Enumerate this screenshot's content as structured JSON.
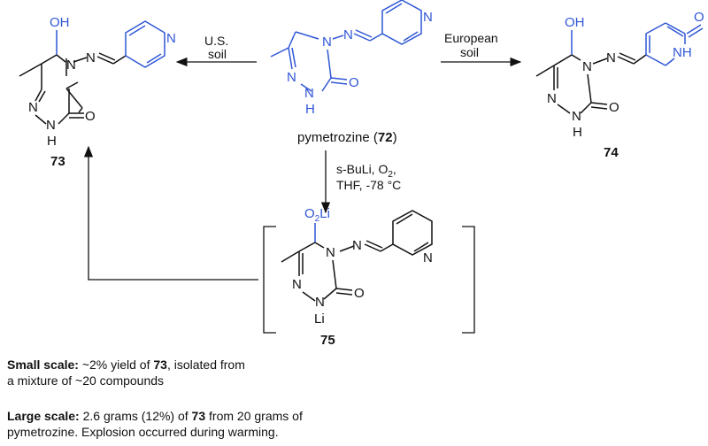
{
  "compounds": {
    "c73": {
      "label": "73",
      "atoms": {
        "oh": "OH",
        "n4": "N",
        "n3": "N",
        "n1": "N",
        "nh": "H",
        "o": "O",
        "npy": "N",
        "nimine": "N"
      }
    },
    "c72": {
      "name_prefix": "pymetrozine (",
      "label": "72",
      "name_suffix": ")",
      "atoms": {
        "n4": "N",
        "n3": "N",
        "n1": "N",
        "nh": "H",
        "o": "O",
        "npy": "N",
        "nimine": "N"
      }
    },
    "c74": {
      "label": "74",
      "atoms": {
        "oh": "OH",
        "n4": "N",
        "n3": "N",
        "n1": "N",
        "nh": "H",
        "o": "O",
        "nh_py": "NH",
        "o_py": "O",
        "nimine": "N"
      }
    },
    "c75": {
      "label": "75",
      "atoms": {
        "o2": "O",
        "o2_sub": "2",
        "li_top": "Li",
        "n4": "N",
        "n3": "N",
        "n1": "N",
        "li": "Li",
        "o": "O",
        "npy": "N",
        "nimine": "N"
      }
    }
  },
  "arrows": {
    "us": {
      "line1": "U.S.",
      "line2": "soil"
    },
    "eu": {
      "line1": "European",
      "line2": "soil"
    },
    "reagents": {
      "line1_a": "s-BuLi, O",
      "line1_sub": "2",
      "line1_b": ",",
      "line2": "THF, -78 °C"
    }
  },
  "notes": {
    "small": {
      "bold": "Small scale:",
      "text_a": " ~2% yield of ",
      "ref": "73",
      "text_b": ", isolated from",
      "line2": "a mixture of ~20 compounds"
    },
    "large": {
      "bold": "Large scale:",
      "text_a": " 2.6 grams (12%) of ",
      "ref": "73",
      "text_b": " from 20 grams of",
      "line2": "pymetrozine. Explosion occurred during warming."
    }
  },
  "colors": {
    "highlight": "#2f56d6",
    "ink": "#111111"
  }
}
